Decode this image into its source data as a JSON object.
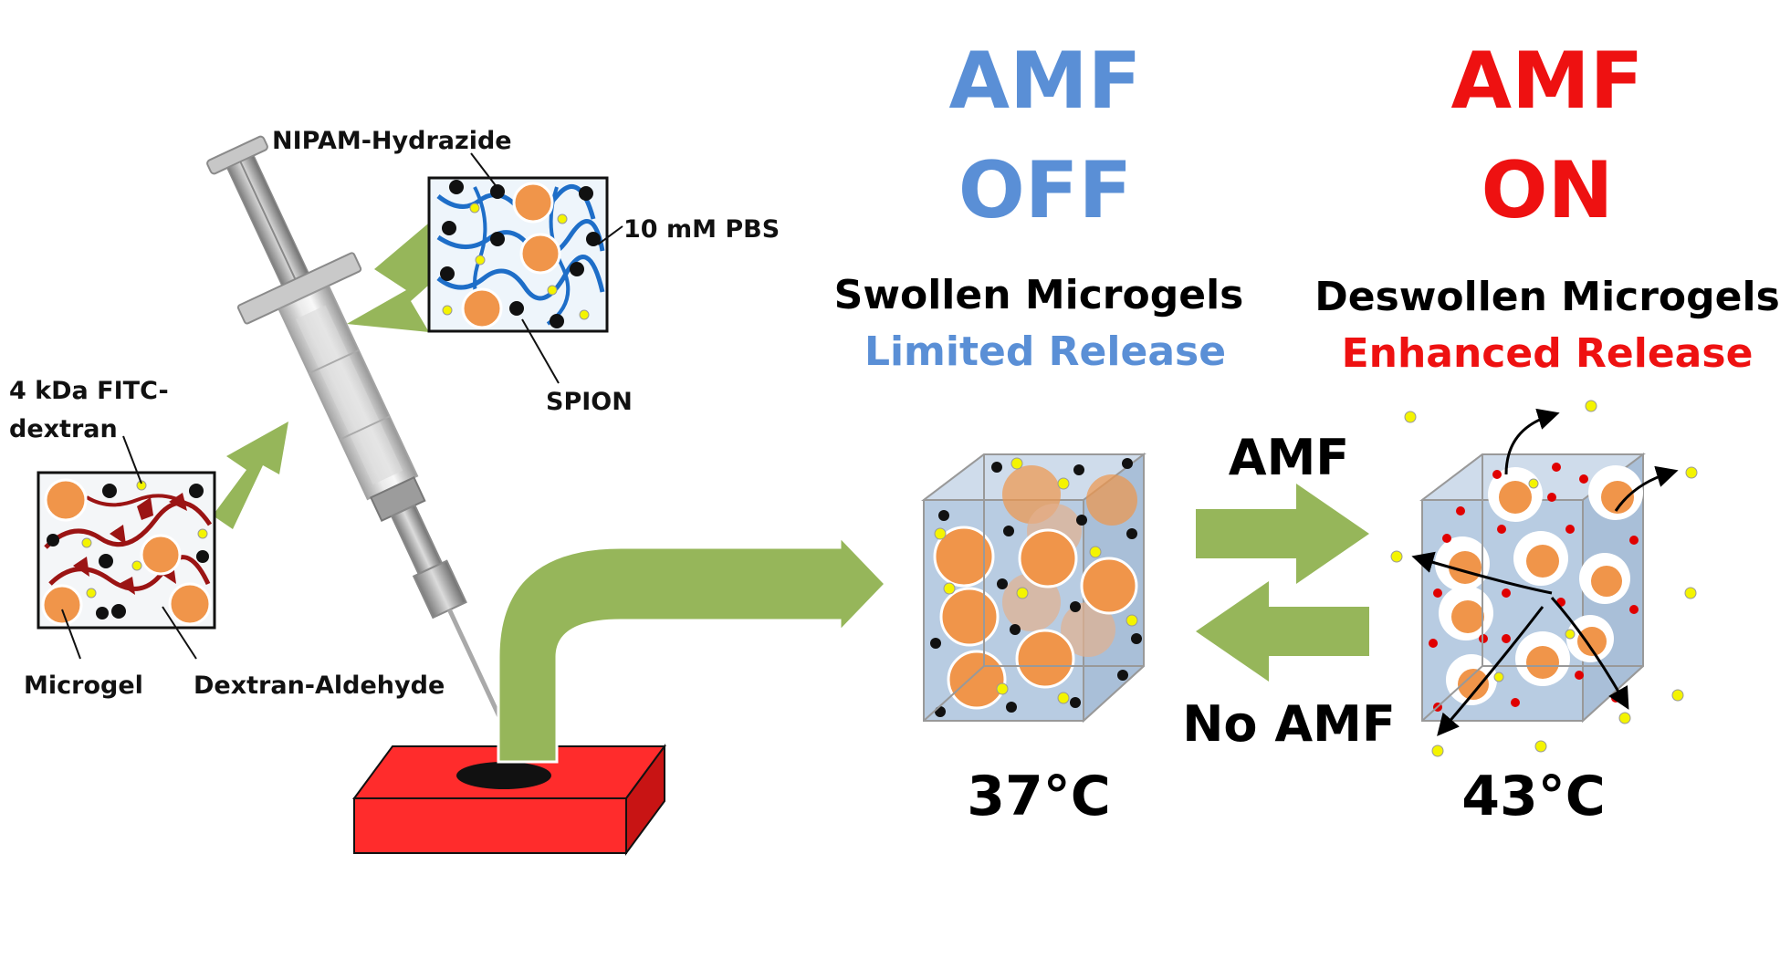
{
  "colors": {
    "off_blue": "#5a8fd6",
    "on_red": "#ee1111",
    "arrow_green": "#96b65a",
    "microgel_orange": "#f0954a",
    "dextran_red": "#9b1414",
    "nipam_blue": "#1e6ec8",
    "block_red": "#ff2c2c",
    "spion_black": "#111111",
    "fitc_yellow": "#f4f400",
    "released_red": "#e00000"
  },
  "labels": {
    "nipam_hydrazide": "NIPAM-Hydrazide",
    "pbs": "10 mM PBS",
    "spion": "SPION",
    "fitc_line1": "4 kDa FITC-",
    "fitc_line2": "dextran",
    "microgel": "Microgel",
    "dextran_aldehyde": "Dextran-Aldehyde"
  },
  "states": {
    "off": {
      "title_line1": "AMF",
      "title_line2": "OFF",
      "state": "Swollen Microgels",
      "release": "Limited Release",
      "temperature": "37°C"
    },
    "on": {
      "title_line1": "AMF",
      "title_line2": "ON",
      "state": "Deswollen Microgels",
      "release": "Enhanced Release",
      "temperature": "43°C"
    }
  },
  "transition": {
    "forward": "AMF",
    "reverse": "No AMF"
  },
  "icons": {
    "syringe": "syringe-icon",
    "block": "implant-site-block",
    "arrow": "process-arrow"
  }
}
